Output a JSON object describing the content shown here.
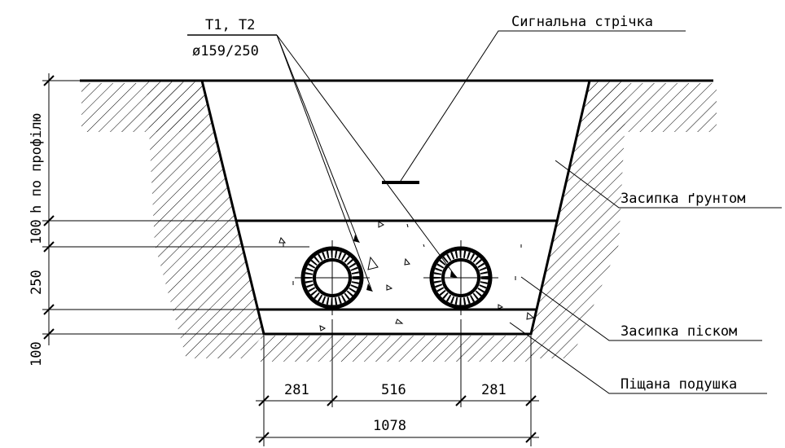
{
  "pipe_designation": "T1, T2",
  "pipe_diameter": "ø159/250",
  "labels": {
    "signal_tape": "Сигнальна стрічка",
    "soil_backfill": "Засипка ґрунтом",
    "sand_backfill": "Засипка піском",
    "sand_cushion": "Піщана подушка"
  },
  "vertical_dims": {
    "profile_depth": "h по профілю",
    "top_sand": "100",
    "pipe_zone": "250",
    "bottom": "100"
  },
  "horizontal_dims": {
    "left": "281",
    "middle": "516",
    "right": "281",
    "total": "1078"
  }
}
